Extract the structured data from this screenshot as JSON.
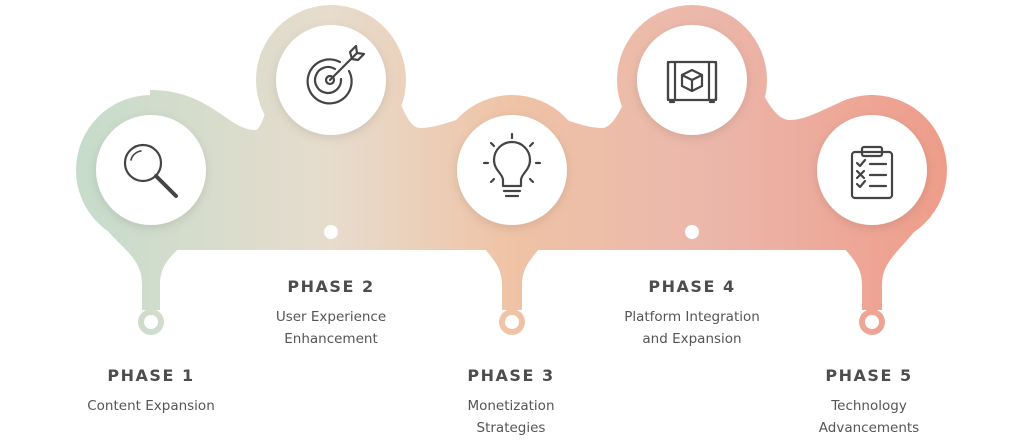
{
  "colors": {
    "gradient_start": "#c4dccb",
    "gradient_mid1": "#e7dccd",
    "gradient_mid2": "#efc3a6",
    "gradient_mid3": "#ebb7ab",
    "gradient_end": "#ef9b88",
    "circle_fill": "#ffffff",
    "icon_stroke": "#444444",
    "title_text": "#4d4d4d",
    "desc_text": "#555555"
  },
  "phases": [
    {
      "title": "PHASE 1",
      "desc_lines": [
        "Content Expansion",
        ""
      ],
      "icon": "magnifier-icon"
    },
    {
      "title": "PHASE 2",
      "desc_lines": [
        "User Experience",
        "Enhancement"
      ],
      "icon": "target-arrow-icon"
    },
    {
      "title": "PHASE 3",
      "desc_lines": [
        "Monetization",
        "Strategies"
      ],
      "icon": "lightbulb-icon"
    },
    {
      "title": "PHASE 4",
      "desc_lines": [
        "Platform Integration",
        "and Expansion"
      ],
      "icon": "map-box-icon"
    },
    {
      "title": "PHASE 5",
      "desc_lines": [
        "Technology",
        "Advancements"
      ],
      "icon": "clipboard-checklist-icon"
    }
  ]
}
